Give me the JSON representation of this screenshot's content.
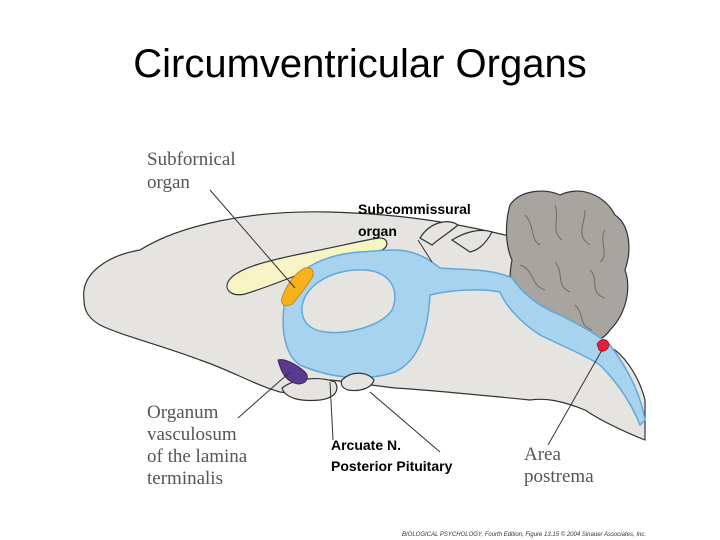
{
  "title": "Circumventricular Organs",
  "labels": {
    "subfornical_line1": "Subfornical",
    "subfornical_line2": "organ",
    "subcommissural_line1": "Subcommissural",
    "subcommissural_line2": "organ",
    "ovlt_line1": "Organum",
    "ovlt_line2": "vasculosum",
    "ovlt_line3": "of the lamina",
    "ovlt_line4": "terminalis",
    "arcuate": "Arcuate N.",
    "posterior_pituitary": "Posterior Pituitary",
    "area_postrema_line1": "Area",
    "area_postrema_line2": "postrema"
  },
  "credit": "BIOLOGICAL PSYCHOLOGY, Fourth Edition, Figure 13.15  © 2004 Sinauer Associates, Inc.",
  "colors": {
    "brain_tissue": "#e6e4e1",
    "ventricle": "#a7d3ee",
    "ventricle_edge": "#5ea9d8",
    "subfornical_organ": "#f5b21c",
    "corpus_callosum": "#f6f3c4",
    "ovlt": "#5a3a8c",
    "area_postrema": "#e0203a",
    "cerebellum": "#a8a4a0"
  }
}
